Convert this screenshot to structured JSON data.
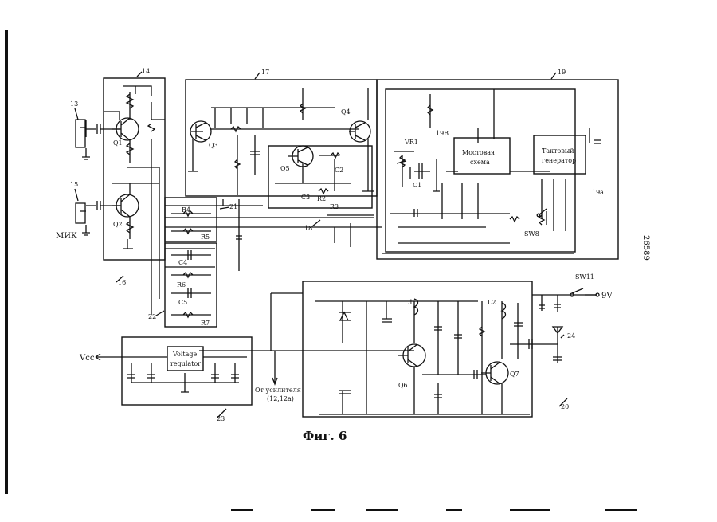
{
  "figure": {
    "caption": "Фиг. 6",
    "page_number": "26589"
  },
  "blocks": {
    "b13": "13",
    "b14": "14",
    "b15": "15",
    "b16": "16",
    "b17": "17",
    "b18": "18",
    "b19": "19",
    "b19a": "19a",
    "b19b": "19B",
    "b20": "20",
    "b21": "21",
    "b22": "22",
    "b23": "23",
    "b24": "24"
  },
  "components": {
    "q1": "Q1",
    "q2": "Q2",
    "q3": "Q3",
    "q4": "Q4",
    "q5": "Q5",
    "q6": "Q6",
    "q7": "Q7",
    "r2": "R2",
    "r3": "R3",
    "r4": "R4",
    "r5": "R5",
    "r6": "R6",
    "r7": "R7",
    "c1": "C1",
    "c2": "C2",
    "c3": "C3",
    "c4": "C4",
    "c5": "C5",
    "l1": "L1",
    "l2": "L2",
    "vr1": "VR1",
    "sw8": "SW8",
    "sw11": "SW11"
  },
  "labels": {
    "mic": "МИК",
    "bridge_line1": "Мостовая",
    "bridge_line2": "схема",
    "clock_line1": "Тактовый",
    "clock_line2": "генератор",
    "regulator_line1": "Voltage",
    "regulator_line2": "regulator",
    "vcc": "Vcc",
    "from_amp_line1": "От усилителя",
    "from_amp_line2": "(12,12a)",
    "supply": "9V"
  }
}
